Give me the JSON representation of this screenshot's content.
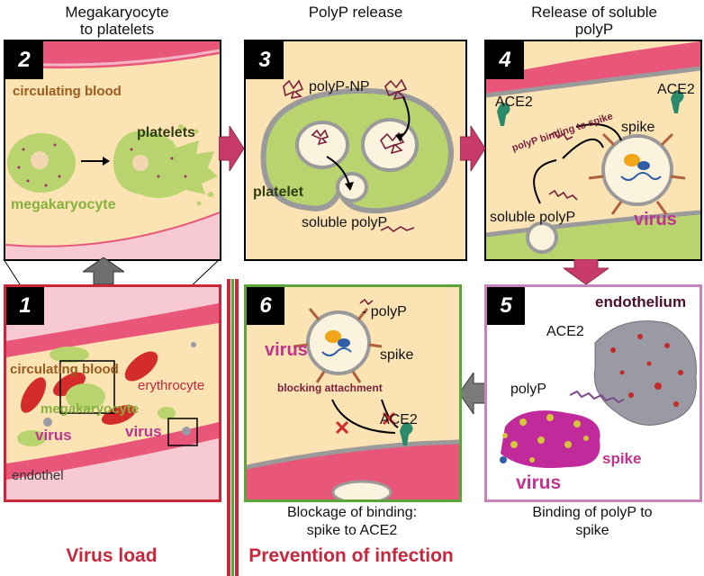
{
  "titles": {
    "panel2": "Megakaryocyte to platelets",
    "panel2_line1": "Megakaryocyte",
    "panel2_line2": "to platelets",
    "panel3": "PolyP release",
    "panel4_line1": "Release of soluble",
    "panel4_line2": "polyP"
  },
  "panel_numbers": {
    "p1": "1",
    "p2": "2",
    "p3": "3",
    "p4": "4",
    "p5": "5",
    "p6": "6"
  },
  "panel1": {
    "circulating_blood": "circulating blood",
    "erythrocyte": "erythrocyte",
    "megakaryocyte": "megakaryocyte",
    "virus_left": "virus",
    "virus_right": "virus",
    "endothel": "endothel"
  },
  "panel2": {
    "circulating_blood": "circulating blood",
    "platelets": "platelets",
    "megakaryocyte": "megakaryocyte"
  },
  "panel3": {
    "polyp_np": "polyP-NP",
    "platelet": "platelet",
    "soluble_polyp": "soluble polyP"
  },
  "panel4": {
    "ace2_left": "ACE2",
    "ace2_right": "ACE2",
    "polyp_binding": "polyP binding to spike",
    "spike": "spike",
    "soluble_polyp": "soluble polyP",
    "virus": "virus"
  },
  "panel5": {
    "endothelium": "endothelium",
    "ace2": "ACE2",
    "polyp": "polyP",
    "spike": "spike",
    "virus": "virus"
  },
  "panel6": {
    "polyp": "- polyP",
    "virus": "virus",
    "spike": "spike",
    "blocking": "blocking attachment",
    "ace2": "ACE2"
  },
  "captions": {
    "panel6_line1": "Blockage of binding:",
    "panel6_line2": "spike to ACE2",
    "panel5_line1": "Binding of polyP to",
    "panel5_line2": "spike"
  },
  "bottom_labels": {
    "virus_load": "Virus load",
    "prevention": "Prevention of infection"
  },
  "colors": {
    "blood_bg": "#fbe3b4",
    "vessel_pink": "#e8577a",
    "panel1_border": "#c8273c",
    "panel6_border": "#5aa43a",
    "panel5_border": "#c784b8",
    "arrow_pink": "#c73a6a",
    "arrow_gray": "#7a7a7a",
    "green_cell": "#b9d46e",
    "virus_magenta": "#c0348e",
    "text_brown": "#9a5b1c"
  }
}
